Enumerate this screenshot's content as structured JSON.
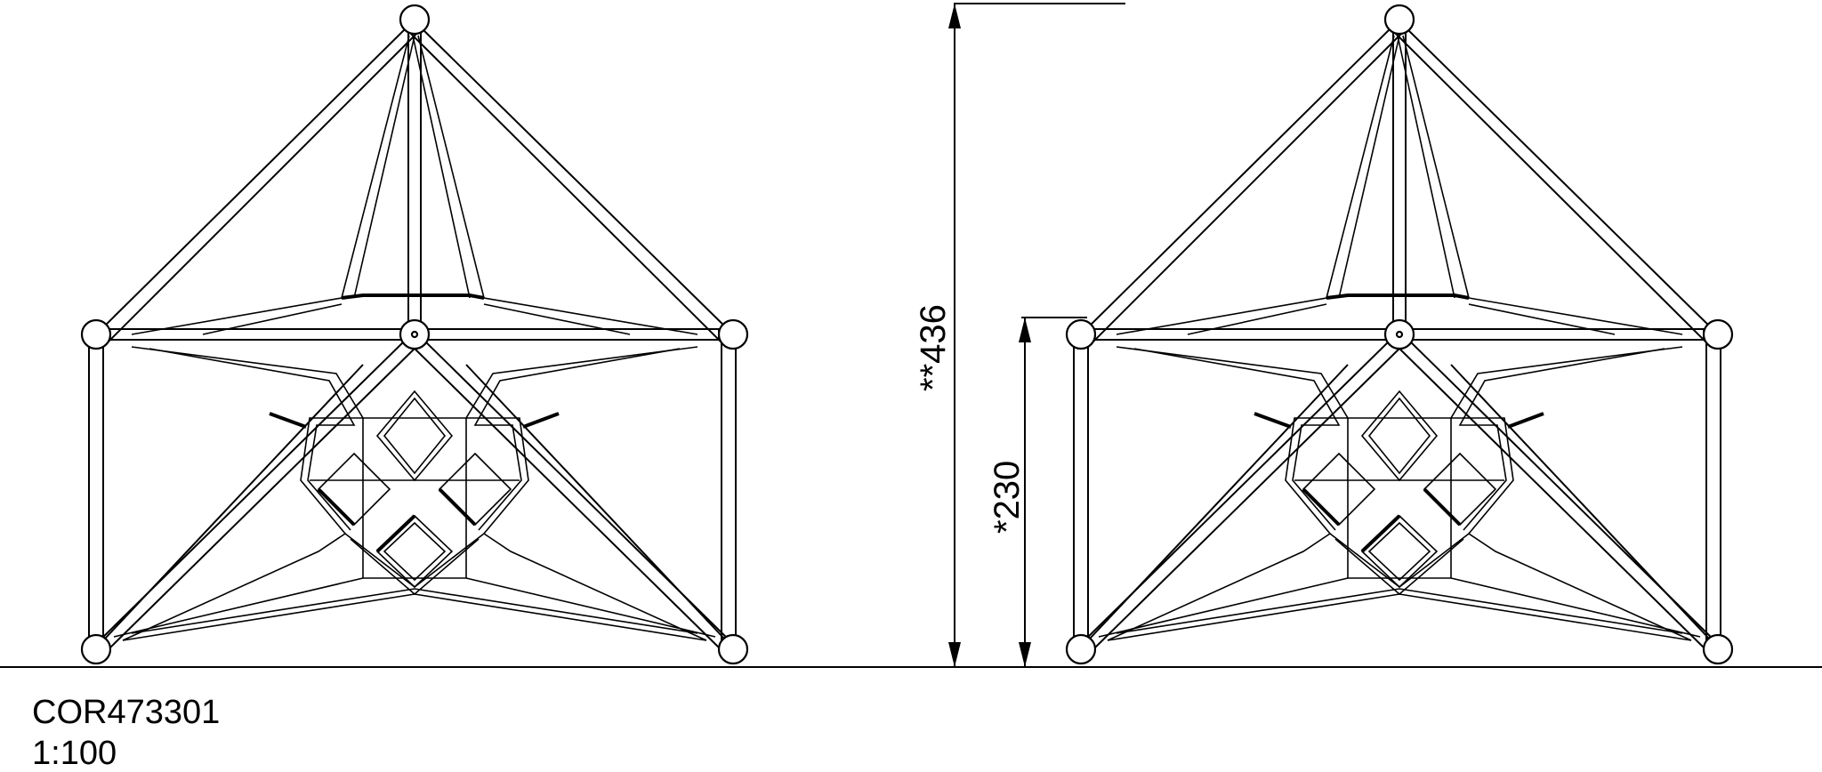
{
  "drawing": {
    "product_code": "COR473301",
    "scale": "1:100"
  },
  "dimensions": {
    "total_height_label": "**436",
    "platform_height_label": "*230"
  }
}
